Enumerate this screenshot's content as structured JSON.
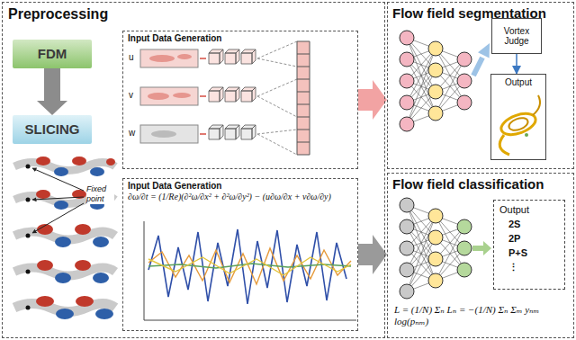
{
  "diagram": {
    "nodes": [
      {
        "text": [
          "Preprocessing"
        ]
      },
      {
        "text": [
          "FDM"
        ],
        "in": 0
      },
      {
        "text": [
          "SLICING"
        ],
        "in": 0
      },
      {
        "text": [
          "Input Data Generation"
        ],
        "in": 0
      },
      {
        "text": [
          "Input Data Generation"
        ],
        "in": 0
      },
      {
        "text": [
          "Flow field segmentation"
        ]
      },
      {
        "text": [
          "Vortex Judge"
        ],
        "in": 5
      },
      {
        "text": [
          "Output"
        ],
        "in": 5
      },
      {
        "text": [
          "Flow field classification"
        ]
      },
      {
        "text": [
          "Output",
          "2S",
          "2P",
          "P+S",
          "⋮"
        ],
        "in": 8
      }
    ],
    "edges": [
      {
        "from": 1,
        "to": 2,
        "arrow": "to"
      },
      {
        "from": 3,
        "to": 5,
        "arrow": "to"
      },
      {
        "from": 4,
        "to": 8,
        "arrow": "to"
      },
      {
        "from": 6,
        "to": 7,
        "arrow": "to"
      }
    ],
    "labels": [
      "u",
      "v",
      "w",
      "Fixed point",
      "∂ω/∂t = (1/Re)(∂²ω/∂x² + ∂²ω/∂y²) − (u∂ω/∂x + v∂ω/∂y)",
      "L = (1/N) Σₙ Lₙ = −(1/N) Σₙ Σₘ yₙₘ log(pₙₘ)"
    ]
  }
}
